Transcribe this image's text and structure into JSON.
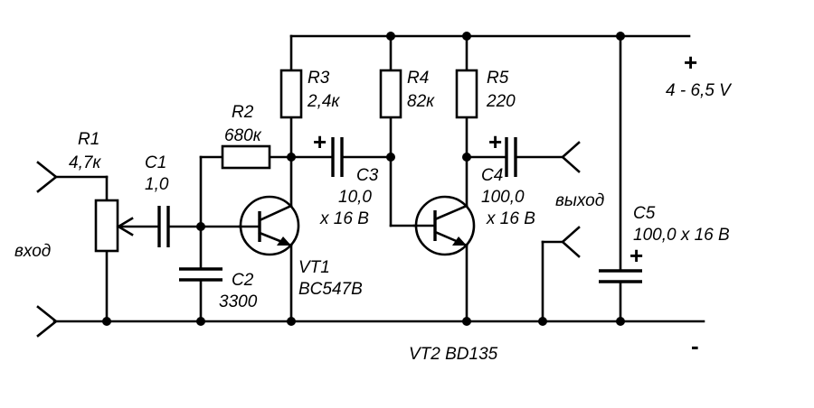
{
  "labels": {
    "r1_name": "R1",
    "r1_value": "4,7к",
    "c1_name": "C1",
    "c1_value": "1,0",
    "r2_name": "R2",
    "r2_value": "680к",
    "r3_name": "R3",
    "r3_value": "2,4к",
    "r4_name": "R4",
    "r4_value": "82к",
    "r5_name": "R5",
    "r5_value": "220",
    "c2_name": "C2",
    "c2_value": "3300",
    "c3_name": "C3",
    "c3_value": "10,0",
    "c3_voltage": "x 16 В",
    "c4_name": "C4",
    "c4_value": "100,0",
    "c4_voltage": "x 16 В",
    "c5_name": "C5",
    "c5_value": "100,0 x 16 В",
    "vt1_name": "VT1",
    "vt1_type": "BC547B",
    "vt2": "VT2 BD135",
    "input": "вход",
    "output": "выход",
    "supply": "4 - 6,5 V",
    "plus": "+",
    "minus": "-"
  }
}
